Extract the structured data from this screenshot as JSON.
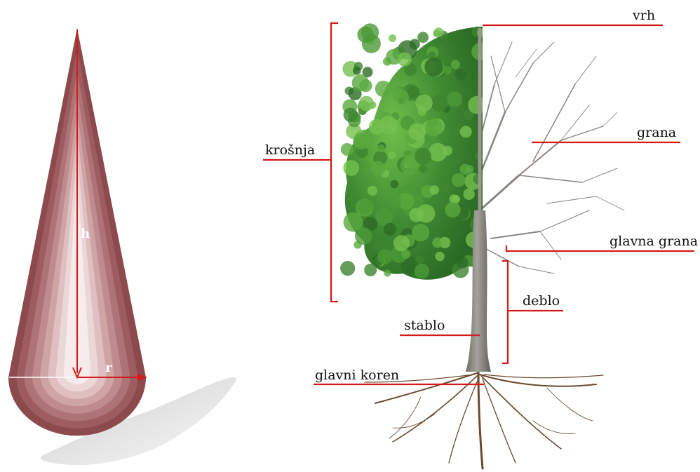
{
  "cone": {
    "height_label": "h",
    "radius_label": "r",
    "ring_colors": [
      "#8c4a4d",
      "#9d5d60",
      "#ae7376",
      "#bf8b8d",
      "#cfa4a5",
      "#dfbfc0",
      "#ecd7d7",
      "#f6ecec"
    ],
    "arrow_color": "#d41a1a"
  },
  "tree": {
    "labels": {
      "top": "vrh",
      "crown": "krošnja",
      "branch": "grana",
      "main_branch": "glavna grana",
      "trunk": "deblo",
      "stem": "stablo",
      "main_root": "glavni koren"
    },
    "leader_color": "#d41a1a",
    "foliage_color": "#3f8a32",
    "bare_branch_color": "#8a8580",
    "trunk_color": "#8d8d86",
    "root_color": "#6b4a2e"
  }
}
